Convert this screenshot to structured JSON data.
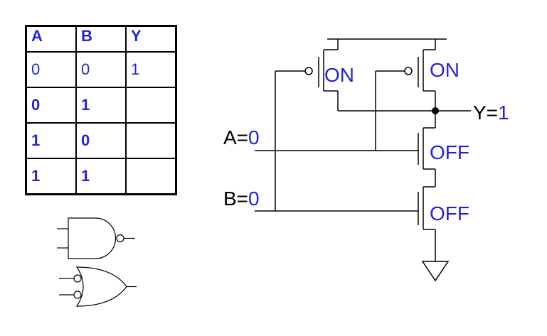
{
  "truth_table": {
    "headers": [
      "A",
      "B",
      "Y"
    ],
    "rows": [
      {
        "a": "0",
        "b": "0",
        "y": "1",
        "bold": false
      },
      {
        "a": "0",
        "b": "1",
        "y": "",
        "bold": true
      },
      {
        "a": "1",
        "b": "0",
        "y": "",
        "bold": true
      },
      {
        "a": "1",
        "b": "1",
        "y": "",
        "bold": true
      }
    ]
  },
  "gates": [
    "nand-gate",
    "or-gate-inverted-inputs"
  ],
  "circuit": {
    "input_a_label": "A=",
    "input_a_value": "0",
    "input_b_label": "B=",
    "input_b_value": "0",
    "output_label": "Y=",
    "output_value": "1",
    "pmos_left_state": "ON",
    "pmos_right_state": "ON",
    "nmos_top_state": "OFF",
    "nmos_bottom_state": "OFF"
  },
  "colors": {
    "accent": "#2424d6",
    "wire": "#000000"
  }
}
